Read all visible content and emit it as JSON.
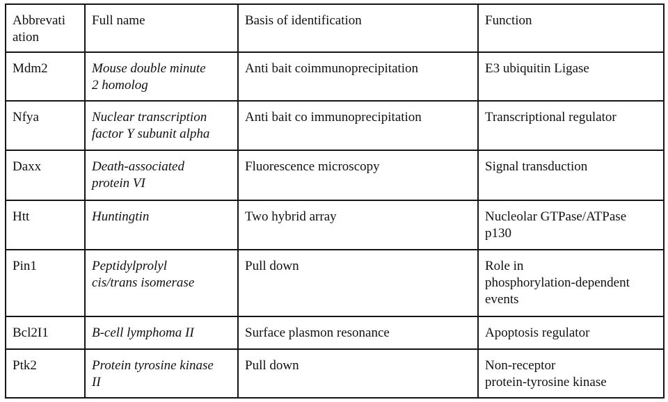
{
  "page": {
    "background": "#ffffff",
    "border_color": "#141414",
    "text_color": "#111111"
  },
  "table": {
    "headers": {
      "abbreviation": "Abbrevati\nation",
      "full_name": "Full name",
      "basis": "Basis of identification",
      "function": "Function"
    },
    "rows": [
      {
        "abbreviation": "Mdm2",
        "full_name": "Mouse double minute\n2 homolog",
        "basis": "Anti bait coimmunoprecipitation",
        "function": "E3 ubiquitin Ligase"
      },
      {
        "abbreviation": "Nfya",
        "full_name": "Nuclear transcription\nfactor Y subunit alpha",
        "basis": "Anti bait co immunoprecipitation",
        "function": "Transcriptional regulator"
      },
      {
        "abbreviation": "Daxx",
        "full_name": "Death-associated\nprotein VI",
        "basis": "Fluorescence microscopy",
        "function": "Signal transduction"
      },
      {
        "abbreviation": "Htt",
        "full_name": "Huntingtin",
        "basis": "Two hybrid array",
        "function": "Nucleolar GTPase/ATPase\np130"
      },
      {
        "abbreviation": "Pin1",
        "full_name": "Peptidylprolyl\ncis/trans isomerase",
        "basis": "Pull down",
        "function": "Role in\nphosphorylation-dependent\nevents"
      },
      {
        "abbreviation": "Bcl2I1",
        "full_name": "B-cell lymphoma II",
        "basis": "Surface plasmon resonance",
        "function": "Apoptosis regulator"
      },
      {
        "abbreviation": "Ptk2",
        "full_name": "Protein tyrosine kinase\nII",
        "basis": "Pull down",
        "function": "Non-receptor\nprotein-tyrosine kinase"
      }
    ]
  }
}
